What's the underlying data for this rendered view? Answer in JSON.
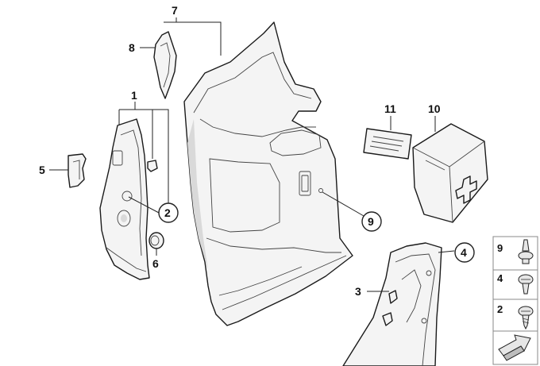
{
  "callouts": {
    "c1": "1",
    "c2": "2",
    "c3": "3",
    "c4": "4",
    "c5": "5",
    "c6": "6",
    "c7": "7",
    "c8": "8",
    "c9": "9",
    "c10": "10",
    "c11": "11"
  },
  "legend": {
    "items": [
      {
        "label": "9",
        "icon": "push-clip-icon"
      },
      {
        "label": "4",
        "icon": "expanding-rivet-icon"
      },
      {
        "label": "2",
        "icon": "screw-icon"
      }
    ],
    "arrow_icon": "next-page-arrow-icon"
  }
}
